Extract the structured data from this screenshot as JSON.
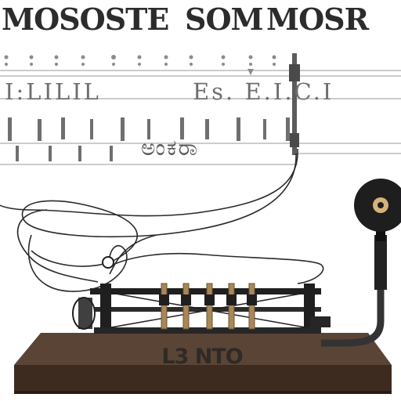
{
  "headline": {
    "word_1": "MOSOSTE",
    "word_2": "SOM",
    "word_3": "MOSR"
  },
  "chart_rows": {
    "row_1_left": "I:LILIL",
    "row_1_right": "Es. E.I.C.I",
    "row_3_text": "ಅಂಕರಾ"
  },
  "base_label": "L3 NTO",
  "colors": {
    "wood_top": "#5a4436",
    "wood_front": "#3d2b20",
    "metal_dark": "#1f1f1f",
    "brass": "#a8875a",
    "paper_ink": "#6e6e6e"
  }
}
